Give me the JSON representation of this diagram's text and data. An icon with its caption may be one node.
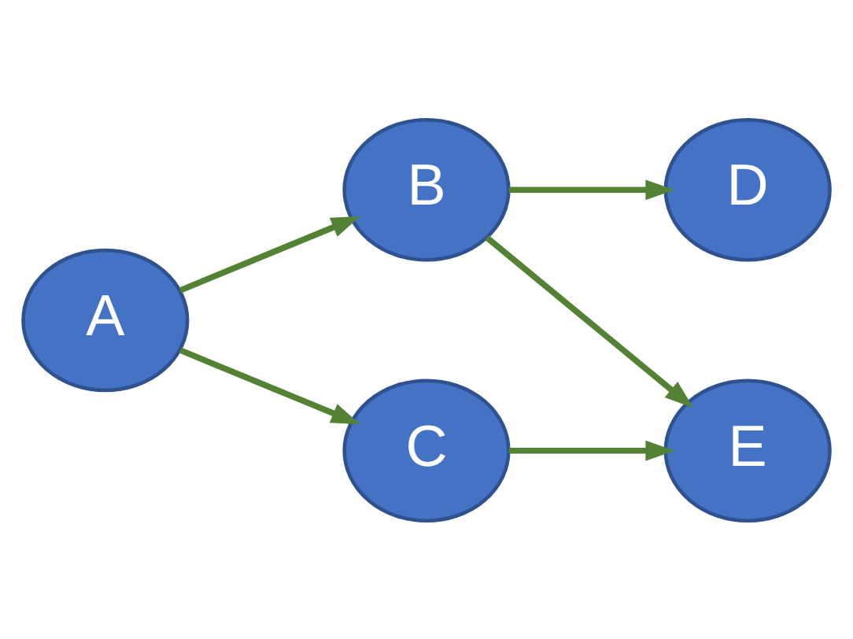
{
  "diagram": {
    "nodes": [
      {
        "text": [
          "A"
        ]
      },
      {
        "text": [
          "B"
        ]
      },
      {
        "text": [
          "C"
        ]
      },
      {
        "text": [
          "D"
        ]
      },
      {
        "text": [
          "E"
        ]
      }
    ],
    "edges": [
      {
        "from": 0,
        "to": 1,
        "arrow": "to"
      },
      {
        "from": 0,
        "to": 2,
        "arrow": "to"
      },
      {
        "from": 1,
        "to": 3,
        "arrow": "to"
      },
      {
        "from": 1,
        "to": 4,
        "arrow": "to"
      },
      {
        "from": 2,
        "to": 4,
        "arrow": "to"
      }
    ]
  }
}
